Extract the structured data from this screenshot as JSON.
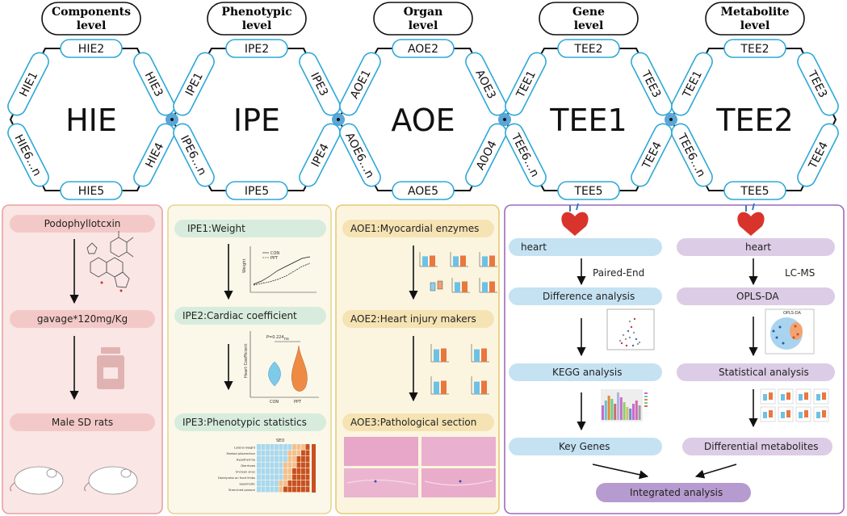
{
  "levels": [
    {
      "line1": "Components",
      "line2": "level"
    },
    {
      "line1": "Phenotypic",
      "line2": "level"
    },
    {
      "line1": "Organ",
      "line2": "level"
    },
    {
      "line1": "Gene",
      "line2": "level"
    },
    {
      "line1": "Metabolite",
      "line2": "level"
    }
  ],
  "hexagons": [
    {
      "center": "HIE",
      "top": "HIE2",
      "upper_left": "HIE1",
      "upper_right": "HIE3",
      "lower_left": "HIE6…n",
      "lower_right": "HIE4",
      "bottom": "HIE5"
    },
    {
      "center": "IPE",
      "top": "IPE2",
      "upper_left": "IPE1",
      "upper_right": "IPE3",
      "lower_left": "IPE6…n",
      "lower_right": "IPE4",
      "bottom": "IPE5"
    },
    {
      "center": "AOE",
      "top": "AOE2",
      "upper_left": "AOE1",
      "upper_right": "AOE3",
      "lower_left": "AOE6…n",
      "lower_right": "A0O4",
      "bottom": "AOE5"
    },
    {
      "center": "TEE1",
      "top": "TEE2",
      "upper_left": "TEE1",
      "upper_right": "TEE3",
      "lower_left": "TEE6…n",
      "lower_right": "TEE4",
      "bottom": "TEE5"
    },
    {
      "center": "TEE2",
      "top": "TEE2",
      "upper_left": "TEE1",
      "upper_right": "TEE3",
      "lower_left": "TEE6…n",
      "lower_right": "TEE4",
      "bottom": "TEE5"
    }
  ],
  "panel_components": {
    "steps": [
      "Podophyllotcxin",
      "gavage*120mg/Kg",
      "Male SD rats"
    ]
  },
  "panel_phenotypic": {
    "steps": [
      "IPE1:Weight",
      "IPE2:Cardiac coefficient",
      "IPE3:Phenotypic statistics"
    ],
    "weight_legend": [
      "CON",
      "PPT"
    ],
    "weight_ylabel": "Weight",
    "violin_pvalue": "P=0.224",
    "violin_ns": "ns",
    "violin_ylabel": "Heart Coefficient",
    "violin_xticks": [
      "CON",
      "PPT"
    ],
    "heatmap_title": "SEO",
    "heatmap_rows": [
      "Lateral weight",
      "Marked piloerection",
      "Hypothermia",
      "Diarrhoea",
      "Unclean anus",
      "Dandyness on front limbs",
      "Spasmodic",
      "Strenched posture"
    ]
  },
  "panel_organ": {
    "steps": [
      "AOE1:Myocardial enzymes",
      "AOE2:Heart injury makers",
      "AOE3:Pathological section"
    ]
  },
  "panel_omics": {
    "gene_steps": [
      "heart",
      "Difference analysis",
      "KEGG analysis",
      "Key Genes"
    ],
    "gene_method": "Paired-End",
    "metabolite_steps": [
      "heart",
      "OPLS-DA",
      "Statistical analysis",
      "Differential metabolites"
    ],
    "metabolite_method": "LC-MS",
    "integrated": "Integrated analysis",
    "oplsda_title": "OPLS-DA"
  },
  "colors": {
    "pill_border": "#2ea8d8",
    "node_fill": "#5aa6d6",
    "panel1_border": "#e8a2a2",
    "panel1_fill": "#f9e6e5",
    "panel1_box": "#f3c9c7",
    "panel2_border": "#e7d493",
    "panel2_fill": "#fbf8e9",
    "panel2_box": "#d7ecdc",
    "panel3_border": "#e6ca74",
    "panel3_fill": "#fbf5e0",
    "panel3_box": "#f5e3b3",
    "panel4_border": "#9c6bbd",
    "gene_box": "#c5e2f3",
    "metab_box": "#dccce5",
    "integrated_box": "#b69bd0",
    "bar_blue": "#6ec1e6",
    "bar_orange": "#e9773e"
  }
}
